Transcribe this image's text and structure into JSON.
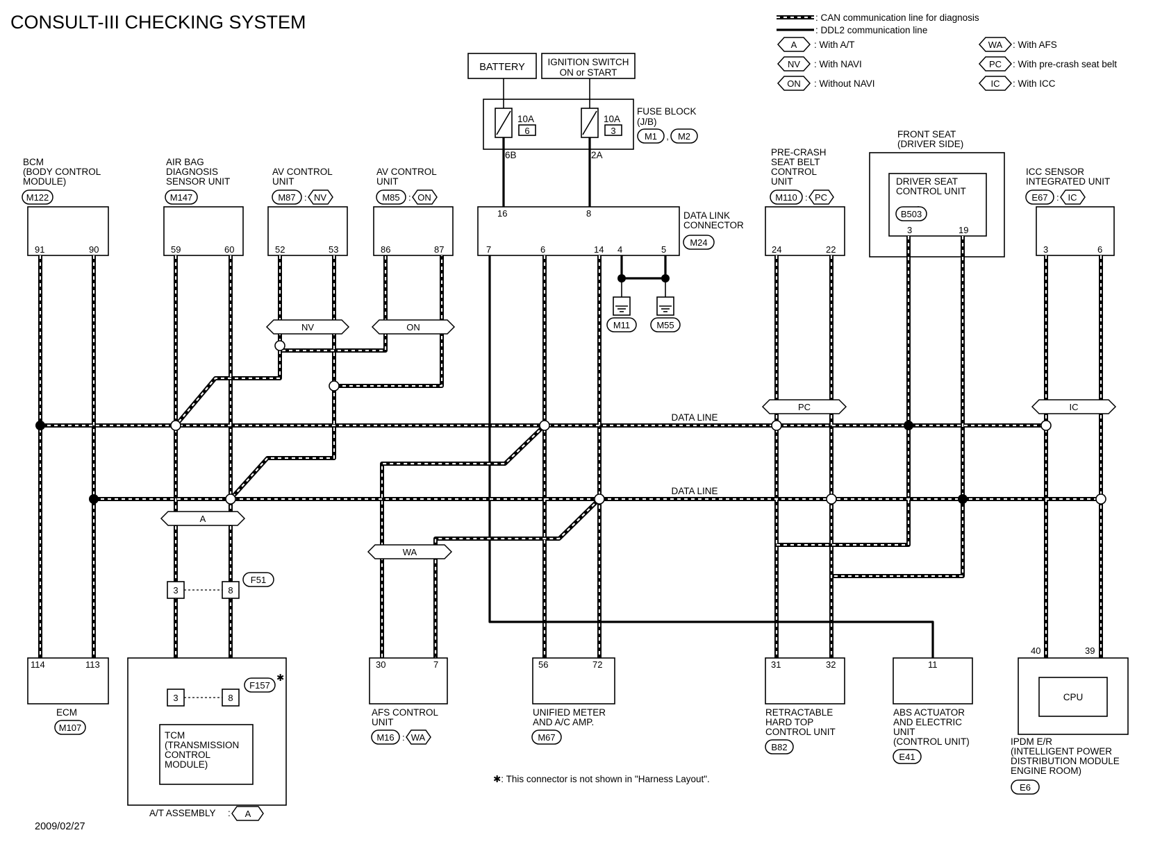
{
  "title": "CONSULT-III CHECKING SYSTEM",
  "date": "2009/02/27",
  "footnote": "✱: This connector is not shown in \"Harness Layout\".",
  "legend": {
    "can_line": ": CAN communication line for diagnosis",
    "ddl2_line": ": DDL2 communication line",
    "options": [
      {
        "code": "A",
        "text": ": With A/T"
      },
      {
        "code": "NV",
        "text": ": With NAVI"
      },
      {
        "code": "ON",
        "text": ": Without NAVI"
      },
      {
        "code": "WA",
        "text": ": With AFS"
      },
      {
        "code": "PC",
        "text": ": With pre-crash seat belt"
      },
      {
        "code": "IC",
        "text": ": With ICC"
      }
    ]
  },
  "power": {
    "battery": "BATTERY",
    "ignition": [
      "IGNITION SWITCH",
      "ON or START"
    ],
    "fuse_block": [
      "FUSE BLOCK",
      "(J/B)"
    ],
    "fuse_connectors": [
      "M1",
      "M2"
    ],
    "fuses": [
      {
        "amp": "10A",
        "num": "6",
        "terminal": "6B"
      },
      {
        "amp": "10A",
        "num": "3",
        "terminal": "2A"
      }
    ]
  },
  "data_line_label": "DATA LINE",
  "top_units": [
    {
      "name": [
        "BCM",
        "(BODY CONTROL",
        " MODULE)"
      ],
      "conn": "M122",
      "pins": [
        "91",
        "90"
      ]
    },
    {
      "name": [
        "AIR BAG",
        "DIAGNOSIS",
        "SENSOR UNIT"
      ],
      "conn": "M147",
      "pins": [
        "59",
        "60"
      ]
    },
    {
      "name": [
        "AV CONTROL",
        "UNIT"
      ],
      "conn": "M87",
      "opt": "NV",
      "pins": [
        "52",
        "53"
      ]
    },
    {
      "name": [
        "AV CONTROL",
        "UNIT"
      ],
      "conn": "M85",
      "opt": "ON",
      "pins": [
        "86",
        "87"
      ]
    },
    {
      "name": [
        "PRE-CRASH",
        "SEAT BELT",
        "CONTROL",
        "UNIT"
      ],
      "conn": "M110",
      "opt": "PC",
      "pins": [
        "24",
        "22"
      ]
    },
    {
      "name": [
        "ICC SENSOR",
        "INTEGRATED UNIT"
      ],
      "conn": "E67",
      "opt": "IC",
      "pins": [
        "3",
        "6"
      ]
    }
  ],
  "dlc": {
    "name": [
      "DATA LINK",
      "CONNECTOR"
    ],
    "conn": "M24",
    "top_pins": [
      "16",
      "8"
    ],
    "bottom_pins": [
      "7",
      "6",
      "14",
      "4",
      "5"
    ],
    "grounds": [
      "M11",
      "M55"
    ]
  },
  "front_seat": {
    "name": [
      "FRONT SEAT",
      "(DRIVER SIDE)"
    ],
    "unit": [
      "DRIVER SEAT",
      "CONTROL UNIT"
    ],
    "conn": "B503",
    "pins": [
      "3",
      "19"
    ]
  },
  "option_markers": {
    "nv": "NV",
    "on": "ON",
    "pc": "PC",
    "ic": "IC",
    "a": "A",
    "wa": "WA"
  },
  "inline": {
    "conn1": "F51",
    "conn2": "F157",
    "pins": [
      "3",
      "8"
    ]
  },
  "bottom_units": [
    {
      "name": [
        "ECM"
      ],
      "conn": "M107",
      "pins": [
        "114",
        "113"
      ]
    },
    {
      "name": [
        "AFS CONTROL",
        "UNIT"
      ],
      "conn": "M16",
      "opt": "WA",
      "pins": [
        "30",
        "7"
      ]
    },
    {
      "name": [
        "UNIFIED METER",
        "AND A/C AMP."
      ],
      "conn": "M67",
      "pins": [
        "56",
        "72"
      ]
    },
    {
      "name": [
        "RETRACTABLE",
        "HARD TOP",
        "CONTROL UNIT"
      ],
      "conn": "B82",
      "pins": [
        "31",
        "32"
      ]
    },
    {
      "name": [
        "ABS ACTUATOR",
        "AND ELECTRIC",
        "UNIT",
        "(CONTROL UNIT)"
      ],
      "conn": "E41",
      "pins": [
        "11"
      ]
    },
    {
      "name": [
        "IPDM E/R",
        "(INTELLIGENT POWER",
        " DISTRIBUTION MODULE",
        " ENGINE ROOM)"
      ],
      "conn": "E6",
      "pins": [
        "40",
        "39"
      ],
      "inner": "CPU"
    }
  ],
  "tcm": {
    "name": [
      "TCM",
      "(TRANSMISSION",
      " CONTROL",
      " MODULE)"
    ],
    "assembly": "A/T ASSEMBLY",
    "opt": "A"
  }
}
